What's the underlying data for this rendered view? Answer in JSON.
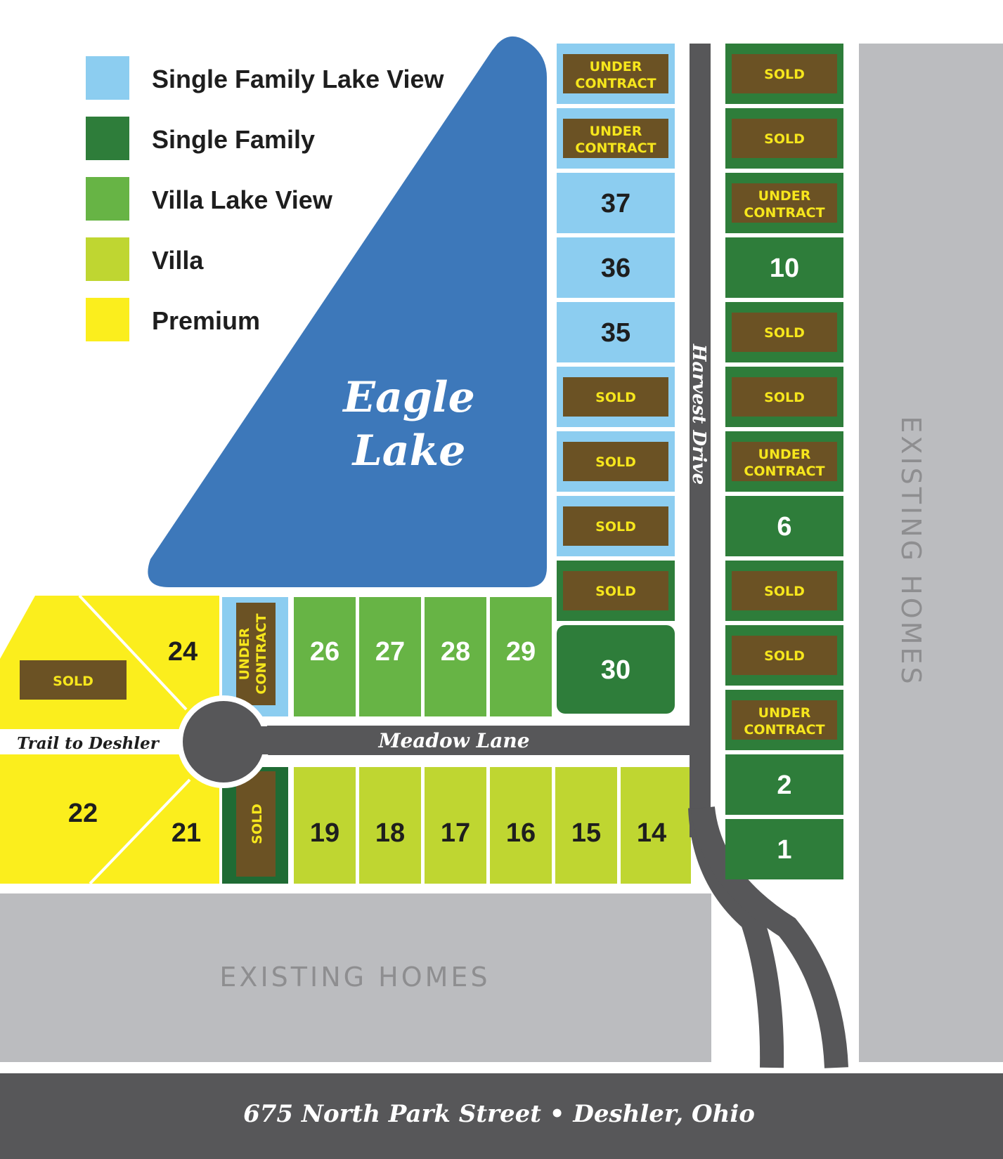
{
  "colors": {
    "single_family_lake_view": "#8ccdf0",
    "single_family": "#2e7d3a",
    "villa_lake_view": "#67b445",
    "villa": "#bfd631",
    "premium": "#fbee1d",
    "sold_tag": "#6b5224",
    "tag_text": "#f6e61c",
    "lake": "#3d78ba",
    "road": "#575759",
    "existing": "#bbbcbf"
  },
  "legend": [
    {
      "label": "Single Family Lake View",
      "color": "#8ccdf0"
    },
    {
      "label": "Single Family",
      "color": "#2e7d3a"
    },
    {
      "label": "Villa Lake View",
      "color": "#67b445"
    },
    {
      "label": "Villa",
      "color": "#bfd631"
    },
    {
      "label": "Premium",
      "color": "#fbee1d"
    }
  ],
  "lake_label": [
    "Eagle",
    "Lake"
  ],
  "roads": {
    "harvest": "Harvest Drive",
    "meadow": "Meadow Lane",
    "trail": "Trail to Deshler"
  },
  "existing_homes": "EXISTING HOMES",
  "address": "675 North Park Street  •  Deshler, Ohio",
  "status_text": {
    "sold": "SOLD",
    "under_1": "UNDER",
    "under_2": "CONTRACT"
  },
  "lots": {
    "col_a": [
      {
        "status": "under",
        "type": "single_family_lake_view"
      },
      {
        "status": "under",
        "type": "single_family_lake_view"
      },
      {
        "label": "37",
        "type": "single_family_lake_view"
      },
      {
        "label": "36",
        "type": "single_family_lake_view"
      },
      {
        "label": "35",
        "type": "single_family_lake_view"
      },
      {
        "status": "sold",
        "type": "single_family_lake_view"
      },
      {
        "status": "sold",
        "type": "single_family_lake_view"
      },
      {
        "status": "sold",
        "type": "single_family_lake_view"
      },
      {
        "status": "sold",
        "type": "single_family"
      },
      {
        "label": "30",
        "type": "single_family"
      }
    ],
    "col_b": [
      {
        "status": "sold"
      },
      {
        "status": "sold"
      },
      {
        "status": "under"
      },
      {
        "label": "10"
      },
      {
        "status": "sold"
      },
      {
        "status": "sold"
      },
      {
        "status": "under"
      },
      {
        "label": "6"
      },
      {
        "status": "sold"
      },
      {
        "status": "sold"
      },
      {
        "status": "under"
      },
      {
        "label": "2"
      },
      {
        "label": "1"
      }
    ],
    "top_row": [
      {
        "label": "26"
      },
      {
        "label": "27"
      },
      {
        "label": "28"
      },
      {
        "label": "29"
      }
    ],
    "bottom_row": [
      {
        "label": "19"
      },
      {
        "label": "18"
      },
      {
        "label": "17"
      },
      {
        "label": "16"
      },
      {
        "label": "15"
      },
      {
        "label": "14"
      }
    ],
    "premium": [
      {
        "label": "24"
      },
      {
        "label": "22"
      },
      {
        "label": "21"
      }
    ]
  }
}
